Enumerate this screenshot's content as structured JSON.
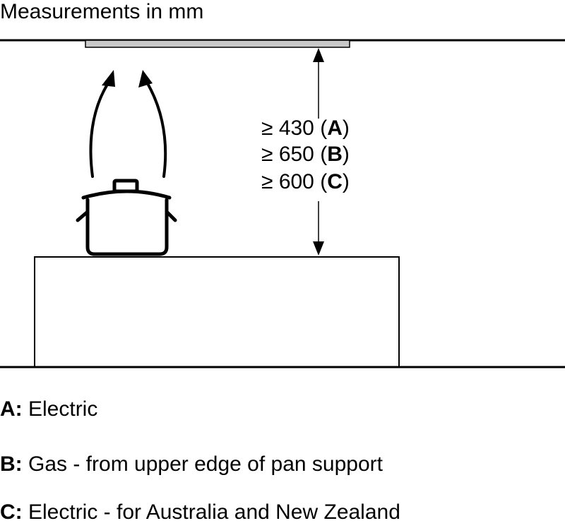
{
  "title": "Measurements in mm",
  "dimensions": [
    {
      "sym": "≥",
      "value": "430",
      "open": "(",
      "letter": "A",
      "close": ")"
    },
    {
      "sym": "≥",
      "value": "650",
      "open": "(",
      "letter": "B",
      "close": ")"
    },
    {
      "sym": "≥",
      "value": "600",
      "open": "(",
      "letter": "C",
      "close": ")"
    }
  ],
  "legend": [
    {
      "key": "A:",
      "text": "Electric"
    },
    {
      "key": "B:",
      "text": "Gas - from upper edge of pan support"
    },
    {
      "key": "C:",
      "text": "Electric - for Australia and New Zealand"
    }
  ]
}
